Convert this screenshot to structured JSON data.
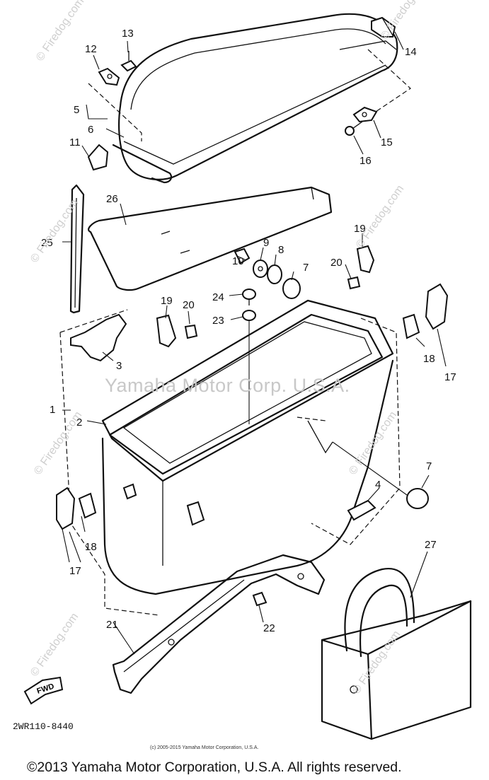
{
  "watermark": {
    "main": "Yamaha Motor Corp. U.S.A.",
    "site": "© Firedog.com"
  },
  "callouts": [
    "1",
    "2",
    "3",
    "4",
    "5",
    "6",
    "7",
    "8",
    "9",
    "10",
    "11",
    "12",
    "13",
    "14",
    "15",
    "16",
    "17",
    "18",
    "19",
    "20",
    "21",
    "22",
    "23",
    "24",
    "25",
    "26",
    "27"
  ],
  "labels": {
    "l13": "13",
    "l12": "12",
    "l14": "14",
    "l5": "5",
    "l6": "6",
    "l11": "11",
    "l15": "15",
    "l16": "16",
    "l26": "26",
    "l25": "25",
    "l19a": "19",
    "l9": "9",
    "l8": "8",
    "l20a": "20",
    "l10": "10",
    "l7a": "7",
    "l24": "24",
    "l23": "23",
    "l19b": "19",
    "l20b": "20",
    "l3": "3",
    "l18a": "18",
    "l17a": "17",
    "l1": "1",
    "l2": "2",
    "l7b": "7",
    "l4": "4",
    "l18b": "18",
    "l17b": "17",
    "l27": "27",
    "l21": "21",
    "l22": "22"
  },
  "direction_tag": "FWD",
  "diagram_code": "2WR110-8440",
  "small_copyright": "(c) 2005-2015 Yamaha Motor Corporation, U.S.A.",
  "footer": "©2013 Yamaha Motor Corporation, U.S.A. All rights reserved."
}
